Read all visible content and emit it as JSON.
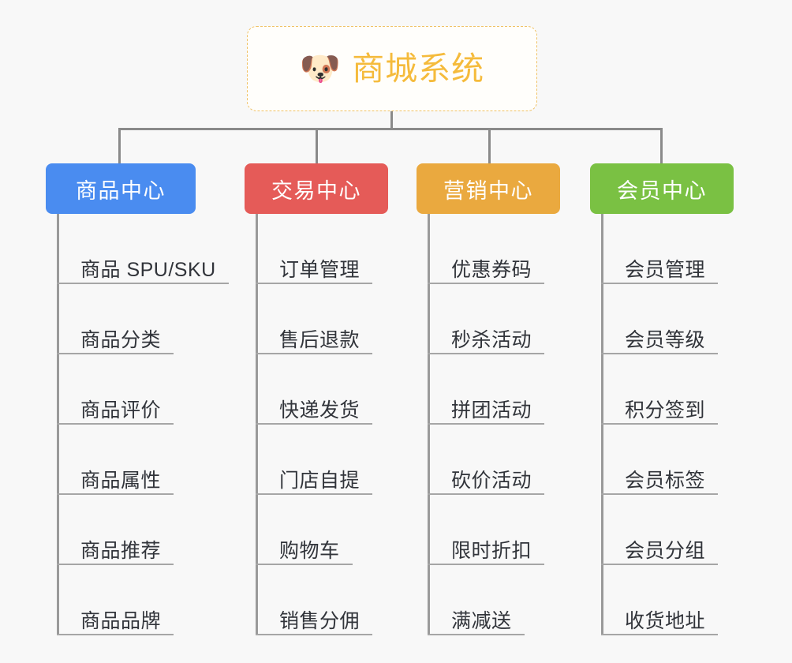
{
  "diagram": {
    "type": "organization-tree",
    "background_color": "#f8f8f8",
    "root": {
      "icon": "shiba-dog-face-icon",
      "icon_glyph": "🐶",
      "title": "商城系统",
      "text_color": "#f5bb3c",
      "border_color": "#f0c266",
      "border_style": "dashed",
      "background_color": "#fffefb"
    },
    "connector_color": "#8a8a8a",
    "leaf_text_color": "#31343a",
    "leaf_underline_color": "#a6a6a6",
    "categories": [
      {
        "label": "商品中心",
        "color": "#4a8cf0",
        "items": [
          "商品 SPU/SKU",
          "商品分类",
          "商品评价",
          "商品属性",
          "商品推荐",
          "商品品牌"
        ]
      },
      {
        "label": "交易中心",
        "color": "#e55b58",
        "items": [
          "订单管理",
          "售后退款",
          "快递发货",
          "门店自提",
          "购物车",
          "销售分佣"
        ]
      },
      {
        "label": "营销中心",
        "color": "#eaa93f",
        "items": [
          "优惠券码",
          "秒杀活动",
          "拼团活动",
          "砍价活动",
          "限时折扣",
          "满减送"
        ]
      },
      {
        "label": "会员中心",
        "color": "#7ac143",
        "items": [
          "会员管理",
          "会员等级",
          "积分签到",
          "会员标签",
          "会员分组",
          "收货地址"
        ]
      }
    ]
  }
}
